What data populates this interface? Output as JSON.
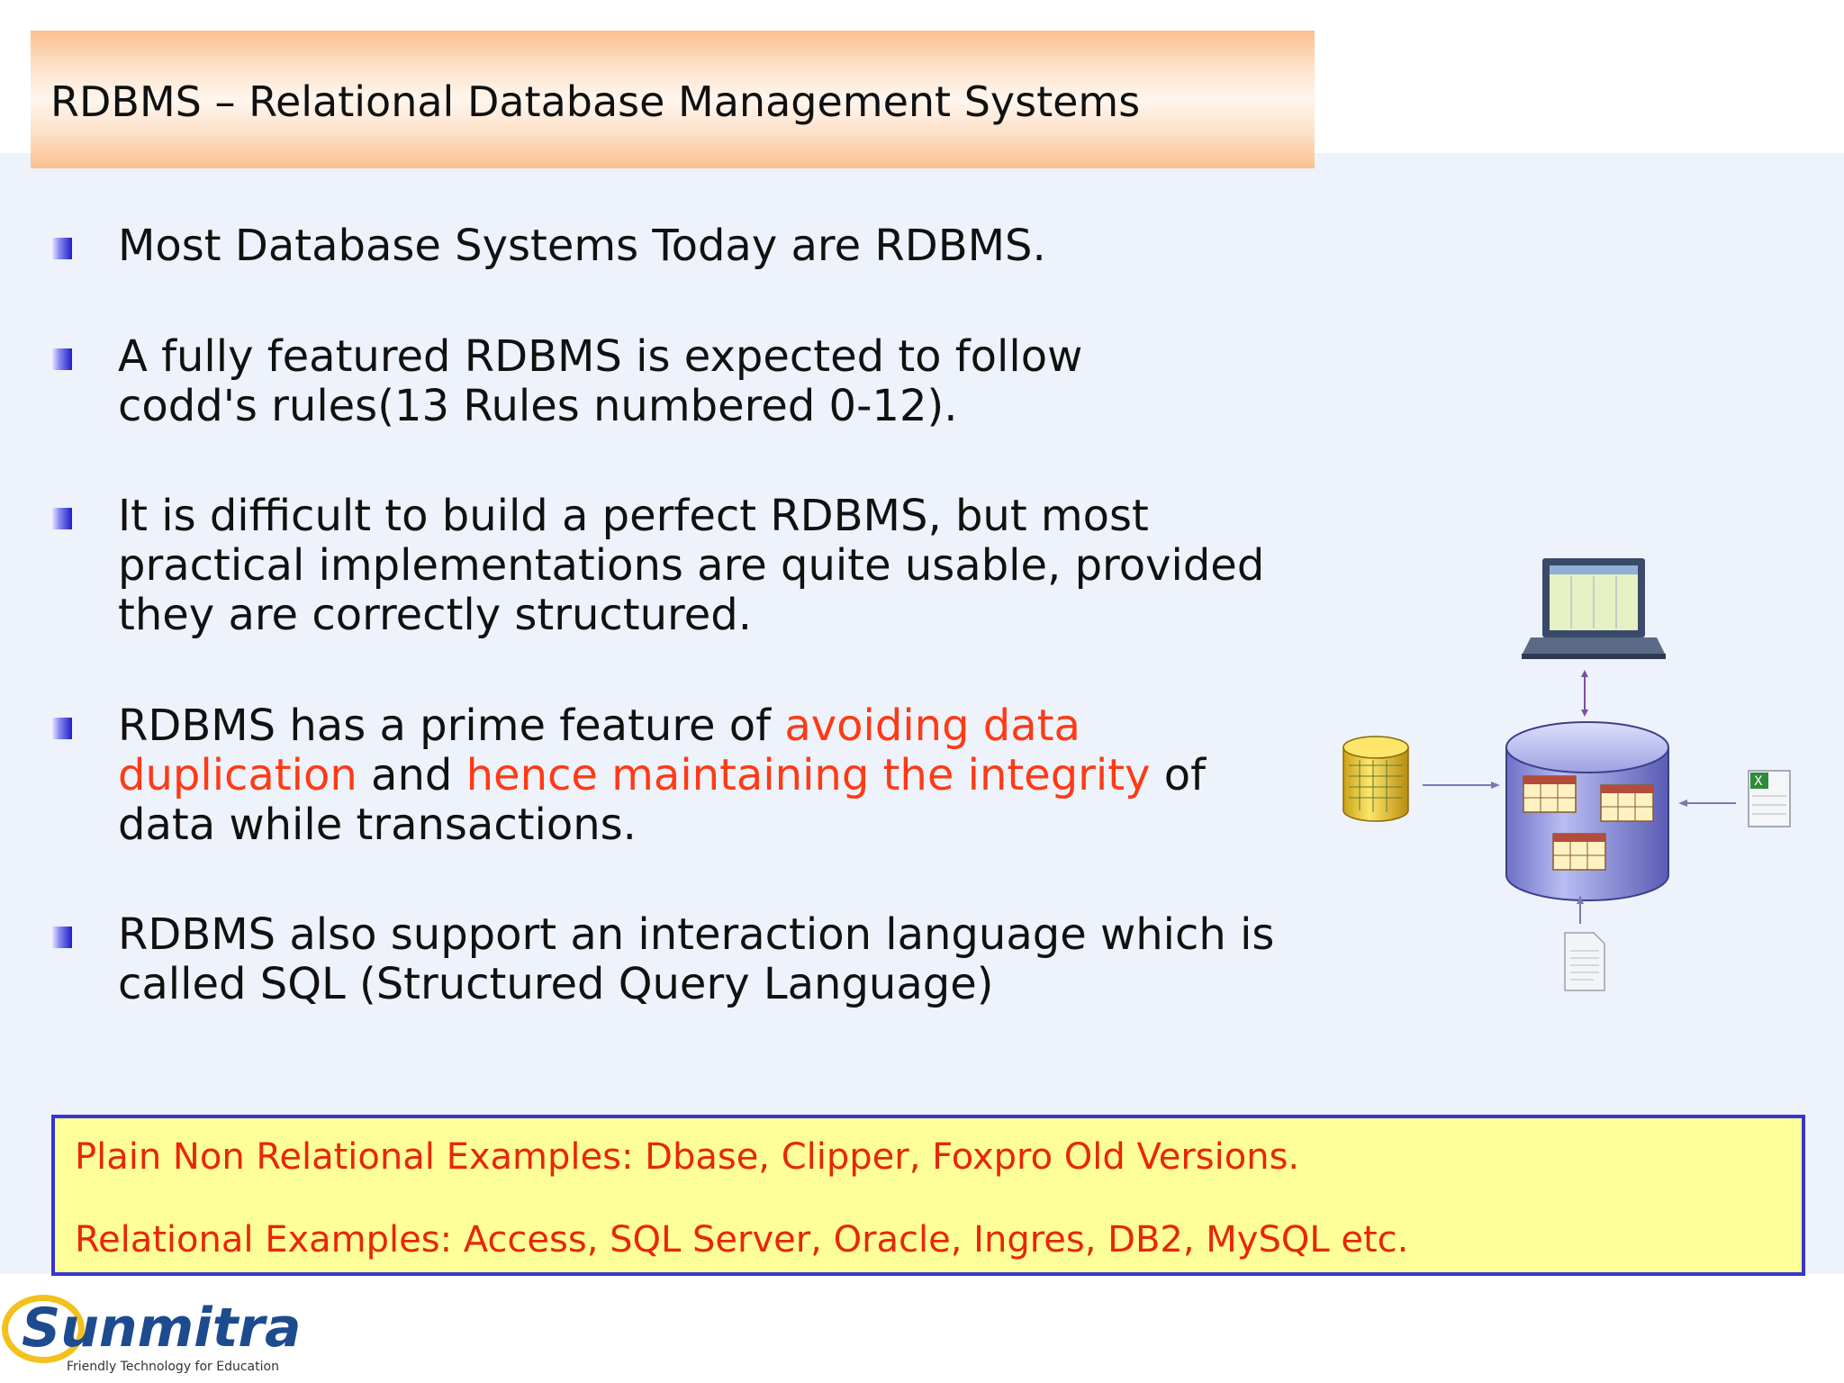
{
  "title": "RDBMS – Relational Database Management Systems",
  "bullets": [
    {
      "parts": [
        {
          "text": "Most Database Systems Today are RDBMS.",
          "highlight": false
        }
      ]
    },
    {
      "parts": [
        {
          "text": "A fully featured RDBMS is expected to follow codd's rules(13 Rules numbered 0-12).",
          "highlight": false
        }
      ]
    },
    {
      "parts": [
        {
          "text": "It is difficult to build a perfect RDBMS, but most practical implementations are quite usable, provided they are correctly structured.",
          "highlight": false
        }
      ]
    },
    {
      "parts": [
        {
          "text": "RDBMS has a prime feature of ",
          "highlight": false
        },
        {
          "text": "avoiding data duplication",
          "highlight": true
        },
        {
          "text": " and ",
          "highlight": false
        },
        {
          "text": "hence maintaining the integrity",
          "highlight": true
        },
        {
          "text": " of data while transactions.",
          "highlight": false
        }
      ]
    },
    {
      "parts": [
        {
          "text": "RDBMS also support an interaction language which is called SQL (Structured Query Language)",
          "highlight": false
        }
      ]
    }
  ],
  "examples": {
    "non_relational": "Plain Non Relational Examples: Dbase, Clipper, Foxpro Old Versions.",
    "relational": "Relational Examples: Access, SQL Server, Oracle, Ingres, DB2, MySQL etc."
  },
  "logo": {
    "name_part1": "Sun",
    "name_part2": "mitra",
    "tagline": "Friendly Technology for Education"
  },
  "colors": {
    "highlight": "#ff3a14",
    "examples_text": "#e8260a",
    "box_border": "#3535d2",
    "logo_yellow": "#f3c11b",
    "logo_blue": "#1d4b8f"
  },
  "diagram_icons": [
    "laptop-icon",
    "database-icon",
    "table-stack-icon",
    "spreadsheet-icon",
    "document-icon"
  ]
}
